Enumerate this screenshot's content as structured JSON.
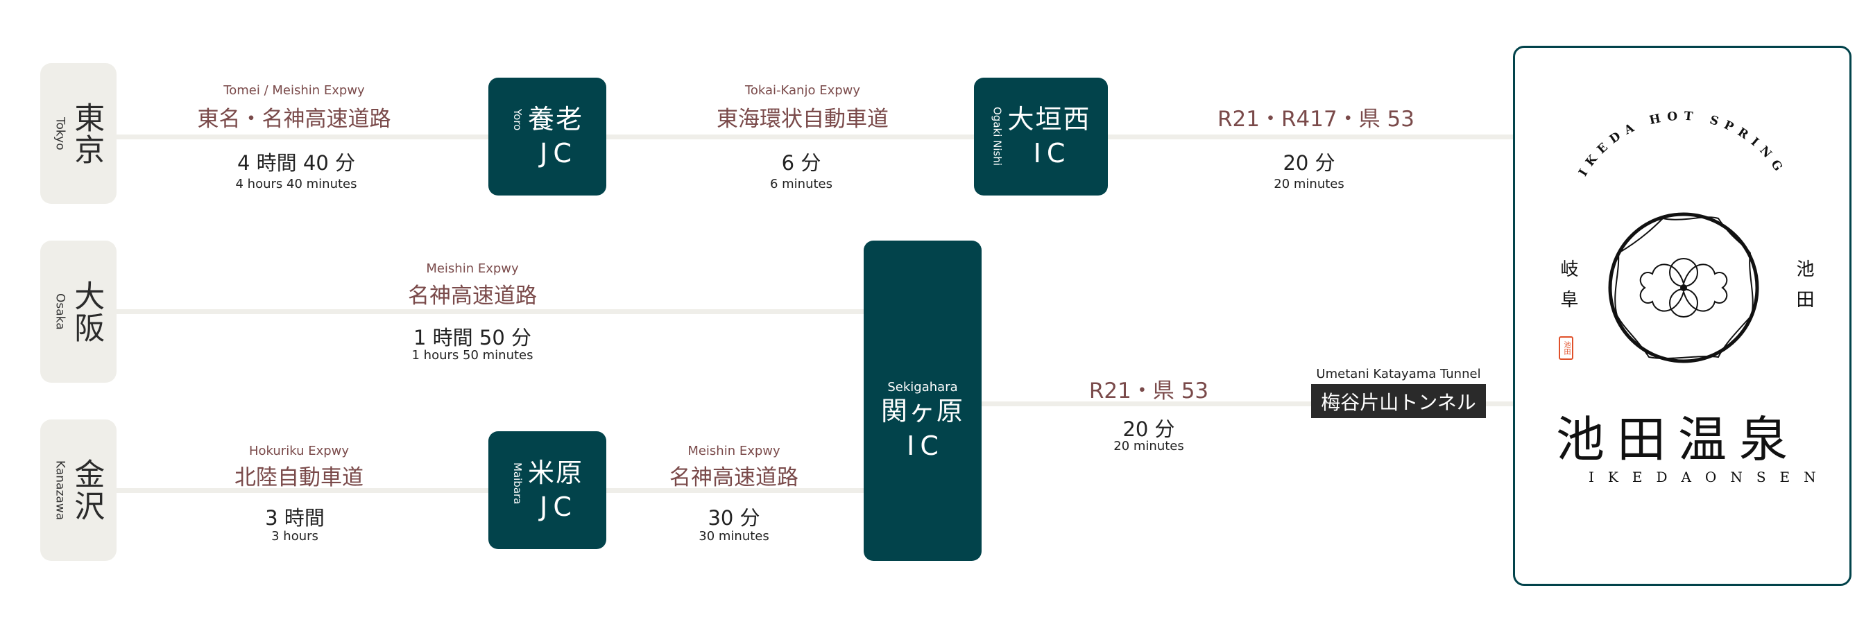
{
  "origins": [
    {
      "jp": "東京",
      "en": "Tokyo"
    },
    {
      "jp": "大阪",
      "en": "Osaka"
    },
    {
      "jp": "金沢",
      "en": "Kanazawa"
    }
  ],
  "nodes": {
    "yoro": {
      "jp": "養老",
      "code": "JC",
      "en": "Yoro"
    },
    "ogaki_nishi": {
      "jp": "大垣西",
      "code": "IC",
      "en": "Ogaki Nishi"
    },
    "sekigahara": {
      "jp": "関ヶ原",
      "code": "IC",
      "en": "Sekigahara"
    },
    "maibara": {
      "jp": "米原",
      "code": "JC",
      "en": "Maibara"
    }
  },
  "segments": {
    "tokyo_yoro": {
      "road_en": "Tomei / Meishin Expwy",
      "road_jp": "東名・名神高速道路",
      "time_jp": "4 時間 40 分",
      "time_en": "4 hours 40 minutes"
    },
    "yoro_ogaki": {
      "road_en": "Tokai-Kanjo Expwy",
      "road_jp": "東海環状自動車道",
      "time_jp": "6 分",
      "time_en": "6 minutes"
    },
    "ogaki_ikeda": {
      "road_jp": "R21・R417・県 53",
      "time_jp": "20 分",
      "time_en": "20 minutes"
    },
    "osaka_sekigahara": {
      "road_en": "Meishin Expwy",
      "road_jp": "名神高速道路",
      "time_jp": "1 時間 50 分",
      "time_en": "1 hours 50 minutes"
    },
    "kanazawa_maibara": {
      "road_en": "Hokuriku Expwy",
      "road_jp": "北陸自動車道",
      "time_jp": "3 時間",
      "time_en": "3 hours"
    },
    "maibara_sekigahara": {
      "road_en": "Meishin Expwy",
      "road_jp": "名神高速道路",
      "time_jp": "30 分",
      "time_en": "30 minutes"
    },
    "sekigahara_ikeda": {
      "road_jp": "R21・県 53",
      "time_jp": "20 分",
      "time_en": "20 minutes"
    }
  },
  "tunnel": {
    "en": "Umetani Katayama Tunnel",
    "jp": "梅谷片山トンネル"
  },
  "logo": {
    "arc_text": "IKEDA HOT SPRING",
    "left_vertical": "岐阜",
    "right_vertical": "池田",
    "seal": "池田",
    "main": "池田温泉",
    "romaji": "IKEDAONSEN"
  },
  "colors": {
    "node": "#02434b",
    "origin": "#efeee9",
    "road_label": "#7a4a4a",
    "tunnel": "#2a2a2a",
    "seal": "#e0502a"
  }
}
